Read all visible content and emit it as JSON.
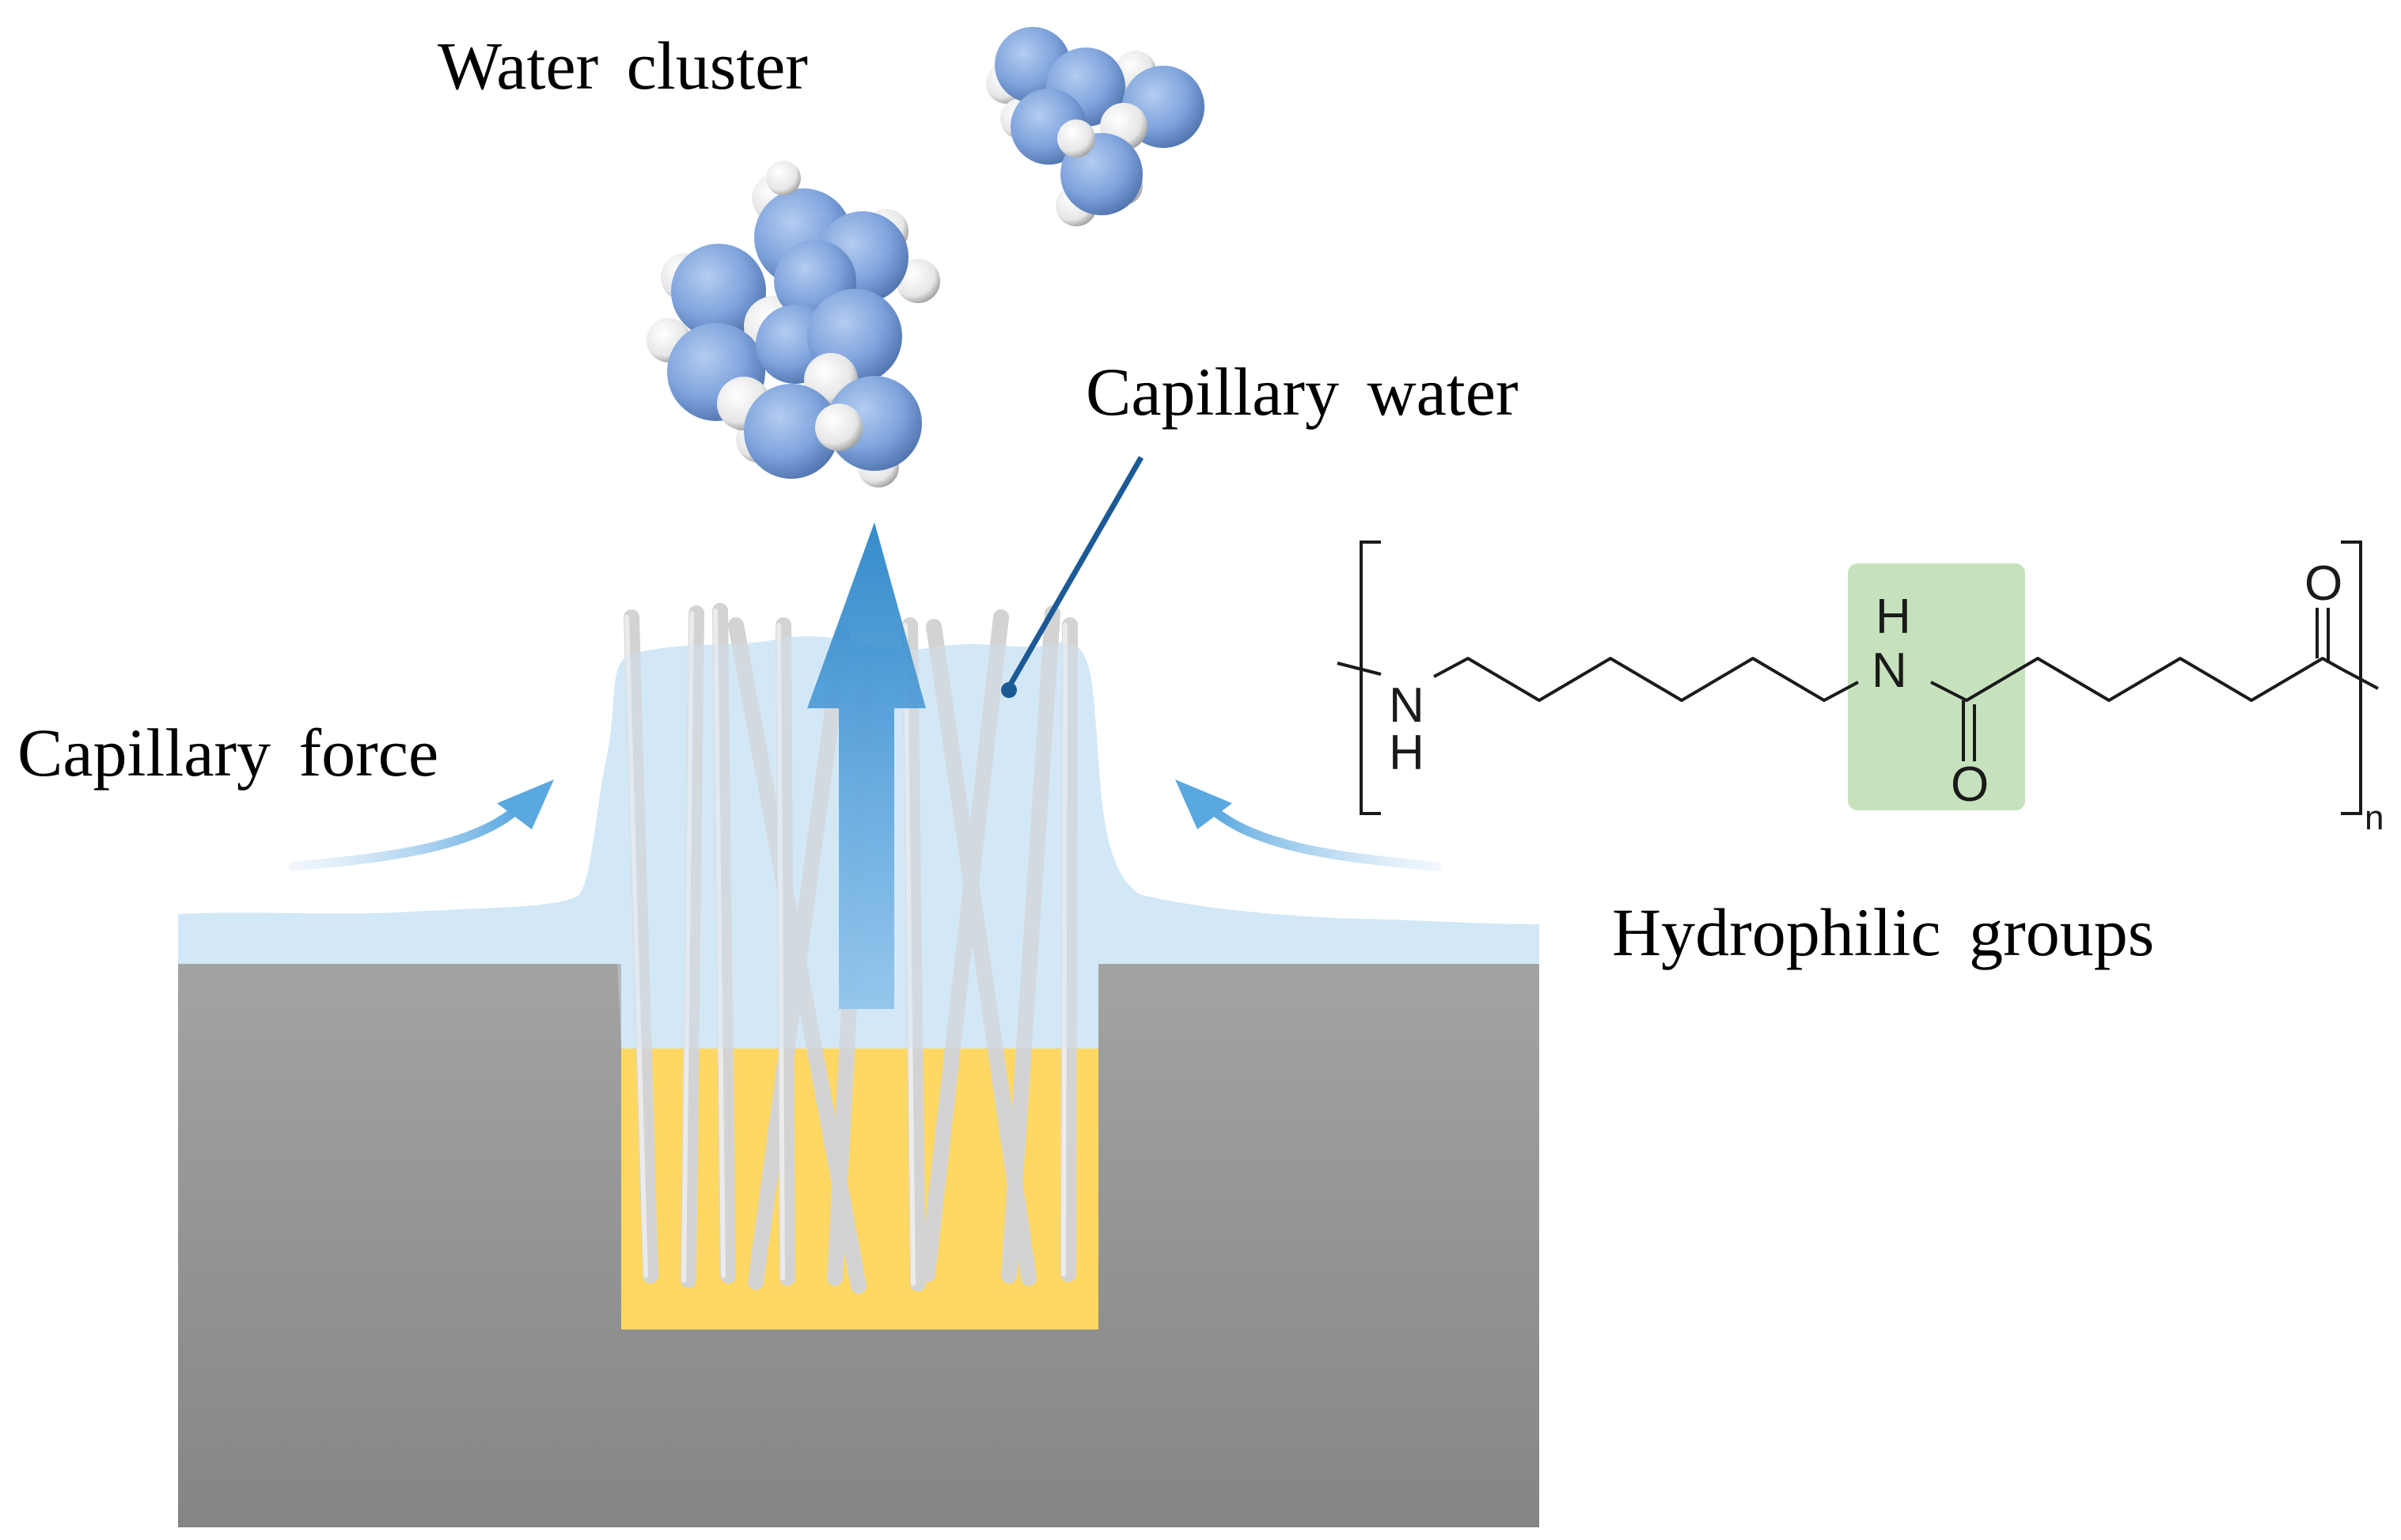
{
  "labels": {
    "water_cluster": "Water cluster",
    "capillary_water": "Capillary water",
    "capillary_force": "Capillary force",
    "hydrophilic_groups": "Hydrophilic groups"
  },
  "structure": {
    "atom_n_left": "N",
    "atom_h_left": "H",
    "atom_h_mid": "H",
    "atom_n_mid": "N",
    "atom_o_mid": "O",
    "atom_o_right": "O",
    "repeat_subscript": "n"
  },
  "colors": {
    "substrate_top": "#a3a3a3",
    "substrate_bottom": "#858585",
    "pit_fill": "#fed863",
    "water": "#d3e8f6",
    "arrow_blue": "#1f7fc5",
    "fiber": "#d6d6d6",
    "oxygen_atom": "#7ea3dc",
    "hydrogen_atom": "#f0f0f0",
    "highlight_green": "#c6e2bd",
    "leader_line": "#1c5a97"
  },
  "icons": {
    "cluster": "water-molecule-cluster-icon",
    "up_arrow": "capillary-rise-arrow-icon",
    "side_arrows": "curved-flow-arrow-icon"
  }
}
